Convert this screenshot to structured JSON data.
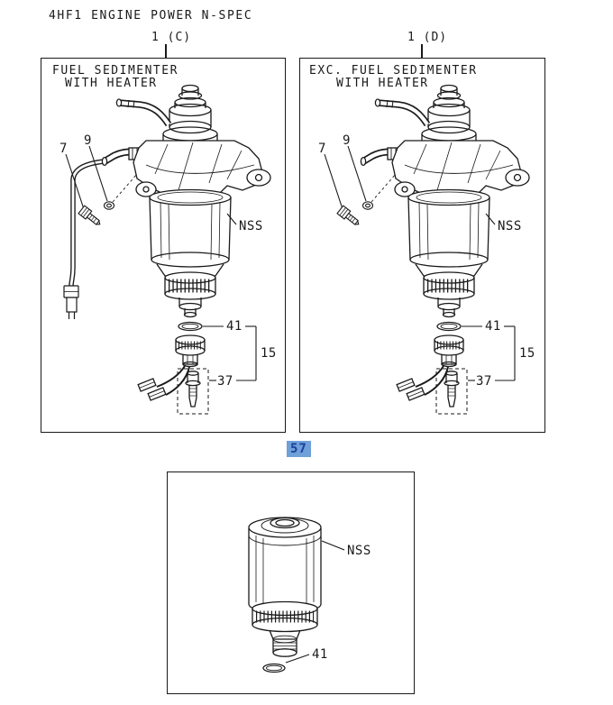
{
  "page": {
    "title": "4HF1 ENGINE POWER N-SPEC"
  },
  "panels": {
    "left": {
      "ref_label": "1 (C)",
      "title_line1": "FUEL SEDIMENTER",
      "title_line2": "WITH HEATER",
      "callout_7": "7",
      "callout_9": "9",
      "callout_nss": "NSS",
      "callout_41": "41",
      "callout_15": "15",
      "callout_37": "37"
    },
    "right": {
      "ref_label": "1 (D)",
      "title_line1": "EXC. FUEL SEDIMENTER",
      "title_line2": "WITH HEATER",
      "callout_7": "7",
      "callout_9": "9",
      "callout_nss": "NSS",
      "callout_41": "41",
      "callout_15": "15",
      "callout_37": "37"
    },
    "bottom": {
      "ref_label": "57",
      "callout_nss": "NSS",
      "callout_41": "41"
    }
  },
  "colors": {
    "line": "#1a1a1a",
    "highlight_bg": "#6fa0d8",
    "highlight_text": "#1d3e9e"
  }
}
